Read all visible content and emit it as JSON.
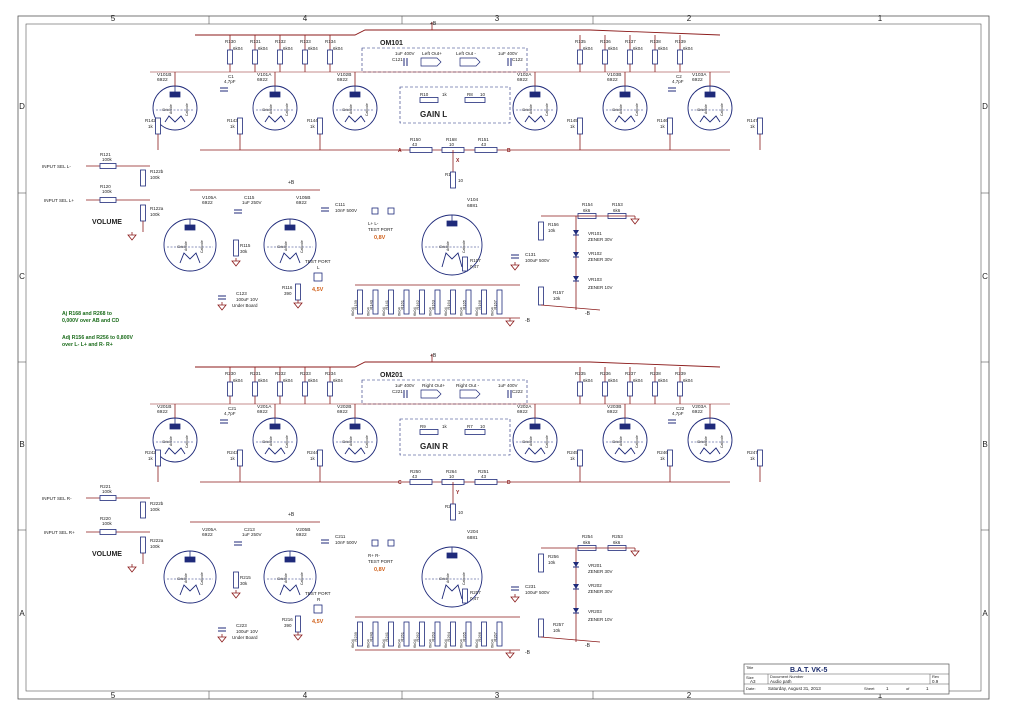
{
  "frame": {
    "col_labels": [
      "5",
      "4",
      "3",
      "2",
      "1"
    ],
    "row_labels": [
      "D",
      "C",
      "B",
      "A"
    ]
  },
  "channels": [
    {
      "id": "L",
      "om": "OM101",
      "gain": "GAIN L",
      "volume": "VOLUME",
      "input_minus": "INPUT SEL L-",
      "input_plus": "INPUT SEL L+",
      "top_resistors": [
        "R130",
        "R131",
        "R132",
        "R133",
        "R134",
        "R135",
        "R136",
        "R137",
        "R138",
        "R139"
      ],
      "value_6k04": "6k04",
      "tubes_top": [
        "V101B",
        "V101A",
        "V102B",
        "V102A",
        "V103B",
        "V103A"
      ],
      "tube_type": "6922",
      "grid_resistors": [
        "R142",
        "R143",
        "R144",
        "R145",
        "R146",
        "R147"
      ],
      "value_1k": "1k",
      "c1": "C1",
      "c1_val": "4,7pF",
      "c2": "C2",
      "c2_val": "4,7pF",
      "c121": "C121",
      "c122": "C122",
      "cap_val": "1uF 400V",
      "out_plus": "Left Out+",
      "out_minus": "Left Out -",
      "r10": "R10",
      "r10_val": "1k",
      "r8": "R8",
      "r8_val": "10",
      "r150": "R150",
      "r168": "R168",
      "r151": "R151",
      "bal_val": "43",
      "r168_val": "10",
      "node_a": "A",
      "node_b": "B",
      "node_x": "X",
      "r121": "R121",
      "r120": "R120",
      "r100k": "100k",
      "r122b": "R122b",
      "r122a": "R122a",
      "v105a": "V105A",
      "v105b": "V105B",
      "c115": "C115",
      "c115_val": "1uF 250V",
      "c111": "C111",
      "c111_val": "10nF 500V",
      "r115": "R115",
      "r115_val": "30k",
      "r155": "R155",
      "r155_val": "10",
      "v104": "V104",
      "v104_type": "6881",
      "test_port_ll": "L+  L-",
      "test_port": "TEST PORT",
      "volt_08": "0,8V",
      "test_port_r": "TEST PORT",
      "test_port_side": "L",
      "volt_45": "4,5V",
      "r156": "R156",
      "r156_val": "10k",
      "r154": "R154",
      "r154_val": "6k6",
      "r153": "R153",
      "r153_val": "6k6",
      "vr101": "VR101",
      "vr102": "VR102",
      "vr103": "VR103",
      "zener30": "ZENER 30V",
      "zener10": "ZENER 10V",
      "c131": "C131",
      "c131_val": "100uF 500V",
      "r107": "R107",
      "r107_val": "0,47",
      "r157": "R157",
      "r157_val": "10k",
      "r116": "R116",
      "r116_val": "390",
      "c123": "C123",
      "c123_val": "100uF 10V",
      "under_board": "Under Board",
      "bank": [
        "R139",
        "R140",
        "R141",
        "R161",
        "R162",
        "R163",
        "R164",
        "R165",
        "R166",
        "R167"
      ],
      "minus_b": "-B",
      "plus_b": "+B",
      "grid": "Grid",
      "anode": "Anode",
      "cathode": "Cathode",
      "pin_labels": [
        "2",
        "1",
        "3",
        "6",
        "7",
        "8"
      ]
    },
    {
      "id": "R",
      "om": "OM201",
      "gain": "GAIN R",
      "volume": "VOLUME",
      "input_minus": "INPUT SEL R-",
      "input_plus": "INPUT SEL R+",
      "top_resistors": [
        "R230",
        "R231",
        "R232",
        "R233",
        "R234",
        "R235",
        "R236",
        "R237",
        "R238",
        "R239"
      ],
      "value_6k04": "6k04",
      "tubes_top": [
        "V201B",
        "V201A",
        "V202B",
        "V202A",
        "V203B",
        "V203A"
      ],
      "tube_type": "6922",
      "grid_resistors": [
        "R242",
        "R243",
        "R244",
        "R245",
        "R246",
        "R247"
      ],
      "value_1k": "1k",
      "c1": "C21",
      "c1_val": "4,7pF",
      "c2": "C22",
      "c2_val": "4,7pF",
      "c121": "C221",
      "c122": "C222",
      "cap_val": "1uF 400V",
      "out_plus": "Right Out+",
      "out_minus": "Right Out -",
      "r10": "R9",
      "r10_val": "1k",
      "r8": "R7",
      "r8_val": "10",
      "r150": "R250",
      "r168": "R264",
      "r151": "R251",
      "bal_val": "43",
      "r168_val": "10",
      "node_a": "C",
      "node_b": "D",
      "node_x": "Y",
      "r121": "R221",
      "r120": "R220",
      "r100k": "100k",
      "r122b": "R222b",
      "r122a": "R222a",
      "v105a": "V205A",
      "v105b": "V205B",
      "c115": "C213",
      "c115_val": "1uF 250V",
      "c111": "C211",
      "c111_val": "10nF 500V",
      "r115": "R215",
      "r115_val": "30k",
      "r155": "R255",
      "r155_val": "10",
      "v104": "V204",
      "v104_type": "6881",
      "test_port_ll": "R+  R-",
      "test_port": "TEST PORT",
      "volt_08": "0,8V",
      "test_port_r": "TEST PORT",
      "test_port_side": "R",
      "volt_45": "4,5V",
      "r156": "R256",
      "r156_val": "10k",
      "r154": "R254",
      "r154_val": "6k6",
      "r153": "R253",
      "r153_val": "6k6",
      "vr101": "VR201",
      "vr102": "VR202",
      "vr103": "VR203",
      "zener30": "ZENER 30V",
      "zener10": "ZENER 10V",
      "c131": "C231",
      "c131_val": "100uF 500V",
      "r107": "R207",
      "r107_val": "0,47",
      "r157": "R257",
      "r157_val": "10k",
      "r116": "R216",
      "r116_val": "390",
      "c123": "C223",
      "c123_val": "100uF 10V",
      "under_board": "Under Board",
      "bank": [
        "R239",
        "R240",
        "R241",
        "R261",
        "R262",
        "R263",
        "R264",
        "R265",
        "R266",
        "R267"
      ],
      "minus_b": "-B",
      "plus_b": "+B",
      "grid": "Grid",
      "anode": "Anode",
      "cathode": "Cathode",
      "pin_labels": [
        "2",
        "1",
        "3",
        "6",
        "7",
        "8"
      ]
    }
  ],
  "notes": [
    "Aj R168 and R268 to",
    "0,000V over AB and CD",
    "Adj R156 and R256 to 0,800V",
    "over L- L+ and R- R+"
  ],
  "title_block": {
    "title_label": "Title",
    "title": "B.A.T. VK-5",
    "size_label": "Size",
    "size": "A3",
    "docnum_label": "Document Number",
    "docnum": "Audio path",
    "rev_label": "Rev",
    "rev": "0.9",
    "date_label": "Date:",
    "date": "Saturday, August 31, 2013",
    "sheet_label": "Sheet",
    "sheet": "1",
    "of_label": "of",
    "of": "1"
  },
  "colors": {
    "wire": "#8b1a1a",
    "part": "#1f2a7a",
    "label": "#222222",
    "note": "#1a6b1a",
    "accent": "#d0601a",
    "frame": "#555555"
  }
}
